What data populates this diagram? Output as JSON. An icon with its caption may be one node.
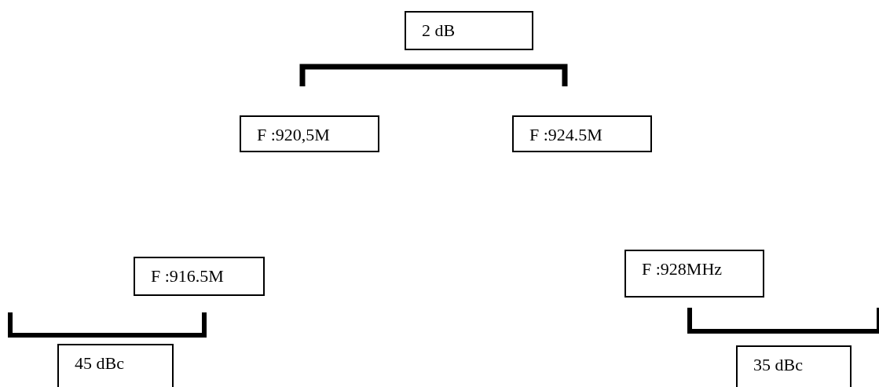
{
  "diagram": {
    "nodes": [
      {
        "text": [
          "2 dB"
        ]
      },
      {
        "text": [
          "F :920,5M"
        ]
      },
      {
        "text": [
          "F :924.5M"
        ]
      },
      {
        "text": [
          "F :916.5M"
        ]
      },
      {
        "text": [
          "F :928MHz"
        ]
      },
      {
        "text": [
          "45 dBc"
        ]
      },
      {
        "text": [
          "35 dBc"
        ]
      }
    ]
  }
}
